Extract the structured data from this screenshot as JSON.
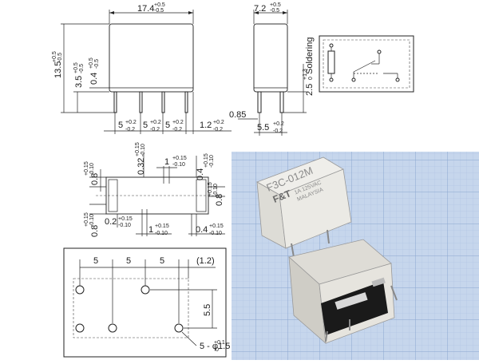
{
  "front_view": {
    "width": "17.4",
    "width_tol": [
      "+0.5",
      "-0.5"
    ],
    "height": "13.5",
    "height_tol": [
      "+0.5",
      "-0.5"
    ],
    "pin_len": "3.5",
    "pin_len_tol": [
      "+0.5",
      "-0.5"
    ],
    "standoff": "0.4",
    "standoff_tol": [
      "+0.5",
      "-0.5"
    ],
    "pitch1": "5",
    "pitch2": "5",
    "pitch3": "5",
    "pitch_tol": [
      "+0.2",
      "-0.2"
    ],
    "edge": "1.2",
    "edge_tol": [
      "+0.2",
      "-0.2"
    ]
  },
  "side_view": {
    "width": "7.2",
    "width_tol": [
      "+0.5",
      "-0.5"
    ],
    "pin_thk": "0.85",
    "pin_span": "5.5",
    "pin_span_tol": [
      "+0.2",
      "-0.2"
    ],
    "solder_len": "2.5",
    "solder_tol": [
      "+1.3",
      "0"
    ],
    "solder_label": "Soldering"
  },
  "bottom_view": {
    "left_top": "0.8",
    "left_top_tol": [
      "+0.15",
      "-0.10"
    ],
    "notch": "0.32",
    "notch_tol": [
      "+0.15",
      "-0.10"
    ],
    "top_w": "1",
    "top_w_tol": [
      "+0.15",
      "-0.10"
    ],
    "right_top": "0.4",
    "right_top_tol": [
      "+0.15",
      "-0.10"
    ],
    "right_mid": "0.8",
    "right_mid_tol": [
      "+0.15",
      "-0.10"
    ],
    "left_bot": "0.8",
    "left_bot_tol": [
      "+0.15",
      "-0.10"
    ],
    "small": "0.2",
    "small_tol": [
      "+0.15",
      "-0.10"
    ],
    "bot_w": "1",
    "bot_w_tol": [
      "+0.15",
      "-0.10"
    ],
    "right_bot": "0.4",
    "right_bot_tol": [
      "+0.15",
      "-0.10"
    ]
  },
  "pcb_layout": {
    "p1": "5",
    "p2": "5",
    "p3": "5",
    "p4": "(1.2)",
    "row": "5.5",
    "holes": "5 - φ1.5",
    "holes_tol": [
      "+0.1",
      "0"
    ]
  },
  "photo": {
    "part_code": "F3C-012M",
    "brand": "F&T",
    "ratings": "1A 125VAC",
    "origin": "MALAYSIA"
  }
}
